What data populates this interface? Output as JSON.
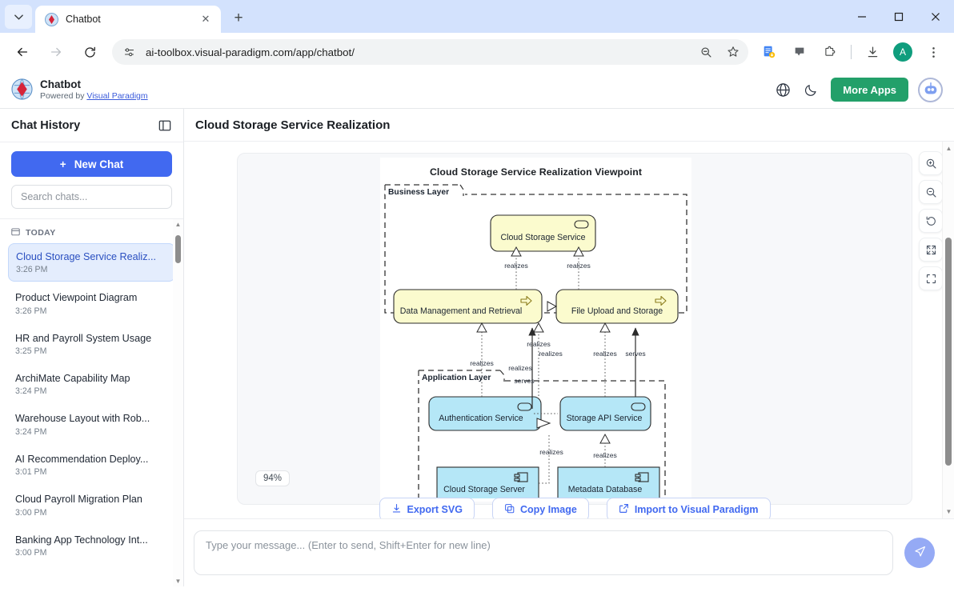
{
  "browser": {
    "tab": {
      "title": "Chatbot",
      "favicon": "visual-paradigm-favicon",
      "close_label": "✕"
    },
    "new_tab_label": "+",
    "window": {
      "minimize": "—",
      "maximize": "☐",
      "close": "✕"
    },
    "url": "ai-toolbox.visual-paradigm.com/app/chatbot/",
    "toolbar_icons": [
      "back-arrow",
      "forward-arrow",
      "reload",
      "site-settings",
      "zoom-out-page",
      "bookmark-star",
      "doc-extension",
      "cast",
      "extensions-puzzle",
      "downloads",
      "profile-avatar",
      "chrome-menu"
    ],
    "profile_initial": "A"
  },
  "app_header": {
    "name": "Chatbot",
    "powered_prefix": "Powered by ",
    "powered_link": "Visual Paradigm",
    "language_icon": "globe-icon",
    "theme_icon": "moon-icon",
    "more_apps_label": "More Apps",
    "bot_avatar": "chatbot-avatar"
  },
  "sidebar": {
    "title": "Chat History",
    "collapse_icon": "panel-collapse-icon",
    "new_chat_label": "New Chat",
    "new_chat_plus": "+",
    "search_placeholder": "Search chats...",
    "group_label": "TODAY",
    "group_icon": "calendar-icon",
    "items": [
      {
        "name": "Cloud Storage Service Realiz...",
        "time": "3:26 PM",
        "active": true
      },
      {
        "name": "Product Viewpoint Diagram",
        "time": "3:26 PM",
        "active": false
      },
      {
        "name": "HR and Payroll System Usage",
        "time": "3:25 PM",
        "active": false
      },
      {
        "name": "ArchiMate Capability Map",
        "time": "3:24 PM",
        "active": false
      },
      {
        "name": "Warehouse Layout with Rob...",
        "time": "3:24 PM",
        "active": false
      },
      {
        "name": "AI Recommendation Deploy...",
        "time": "3:01 PM",
        "active": false
      },
      {
        "name": "Cloud Payroll Migration Plan",
        "time": "3:00 PM",
        "active": false
      },
      {
        "name": "Banking App Technology Int...",
        "time": "3:00 PM",
        "active": false
      }
    ]
  },
  "chat": {
    "header_title": "Cloud Storage Service Realization",
    "zoom_level": "94%",
    "actions": [
      {
        "label": "Export SVG",
        "icon": "download-icon"
      },
      {
        "label": "Copy Image",
        "icon": "copy-icon"
      },
      {
        "label": "Import to Visual Paradigm",
        "icon": "external-link-icon"
      }
    ],
    "tools": [
      {
        "name": "zoom-in",
        "icon": "magnifier-plus-icon"
      },
      {
        "name": "zoom-out",
        "icon": "magnifier-minus-icon"
      },
      {
        "name": "reset-view",
        "icon": "rotate-ccw-icon"
      },
      {
        "name": "fullscreen",
        "icon": "expand-icon"
      },
      {
        "name": "fit-to-screen",
        "icon": "frame-icon"
      }
    ],
    "composer_placeholder": "Type your message... (Enter to send, Shift+Enter for new line)",
    "composer_value": "",
    "send_icon": "send-paper-plane-icon"
  },
  "diagram": {
    "title": "Cloud Storage Service Realization Viewpoint",
    "layers": [
      {
        "id": "business",
        "label": "Business Layer"
      },
      {
        "id": "application",
        "label": "Application Layer"
      }
    ],
    "nodes": [
      {
        "id": "css",
        "label": "Cloud Storage Service",
        "type": "business-service",
        "fill": "#fbfbce"
      },
      {
        "id": "dmr",
        "label": "Data Management and Retrieval",
        "type": "business-process",
        "fill": "#fbfbce"
      },
      {
        "id": "fus",
        "label": "File Upload and Storage",
        "type": "business-process",
        "fill": "#fbfbce"
      },
      {
        "id": "auth",
        "label": "Authentication Service",
        "type": "application-service",
        "fill": "#b5e7f7"
      },
      {
        "id": "api",
        "label": "Storage API Service",
        "type": "application-service",
        "fill": "#b5e7f7"
      },
      {
        "id": "csrv",
        "label": "Cloud Storage Server",
        "type": "application-component",
        "fill": "#b5e7f7"
      },
      {
        "id": "mdb",
        "label": "Metadata Database",
        "type": "application-component",
        "fill": "#b5e7f7"
      }
    ],
    "edge_labels": {
      "realizes": "realizes",
      "serves": "serves"
    },
    "edges": [
      {
        "from": "dmr",
        "to": "css",
        "label": "realizes"
      },
      {
        "from": "fus",
        "to": "css",
        "label": "realizes"
      },
      {
        "from": "auth",
        "to": "dmr",
        "label": "realizes"
      },
      {
        "from": "api",
        "to": "dmr",
        "label": "realizes"
      },
      {
        "from": "api",
        "to": "fus",
        "label": "realizes"
      },
      {
        "from": "api",
        "to": "fus",
        "label": "serves"
      },
      {
        "from": "auth",
        "to": "fus",
        "label": "serves"
      },
      {
        "from": "csrv",
        "to": "api",
        "label": "realizes"
      },
      {
        "from": "mdb",
        "to": "api",
        "label": "realizes"
      }
    ],
    "colors": {
      "business_fill": "#fbfbce",
      "application_fill": "#b5e7f7",
      "stroke": "#2b2b2b",
      "canvas": "#ffffff"
    }
  }
}
